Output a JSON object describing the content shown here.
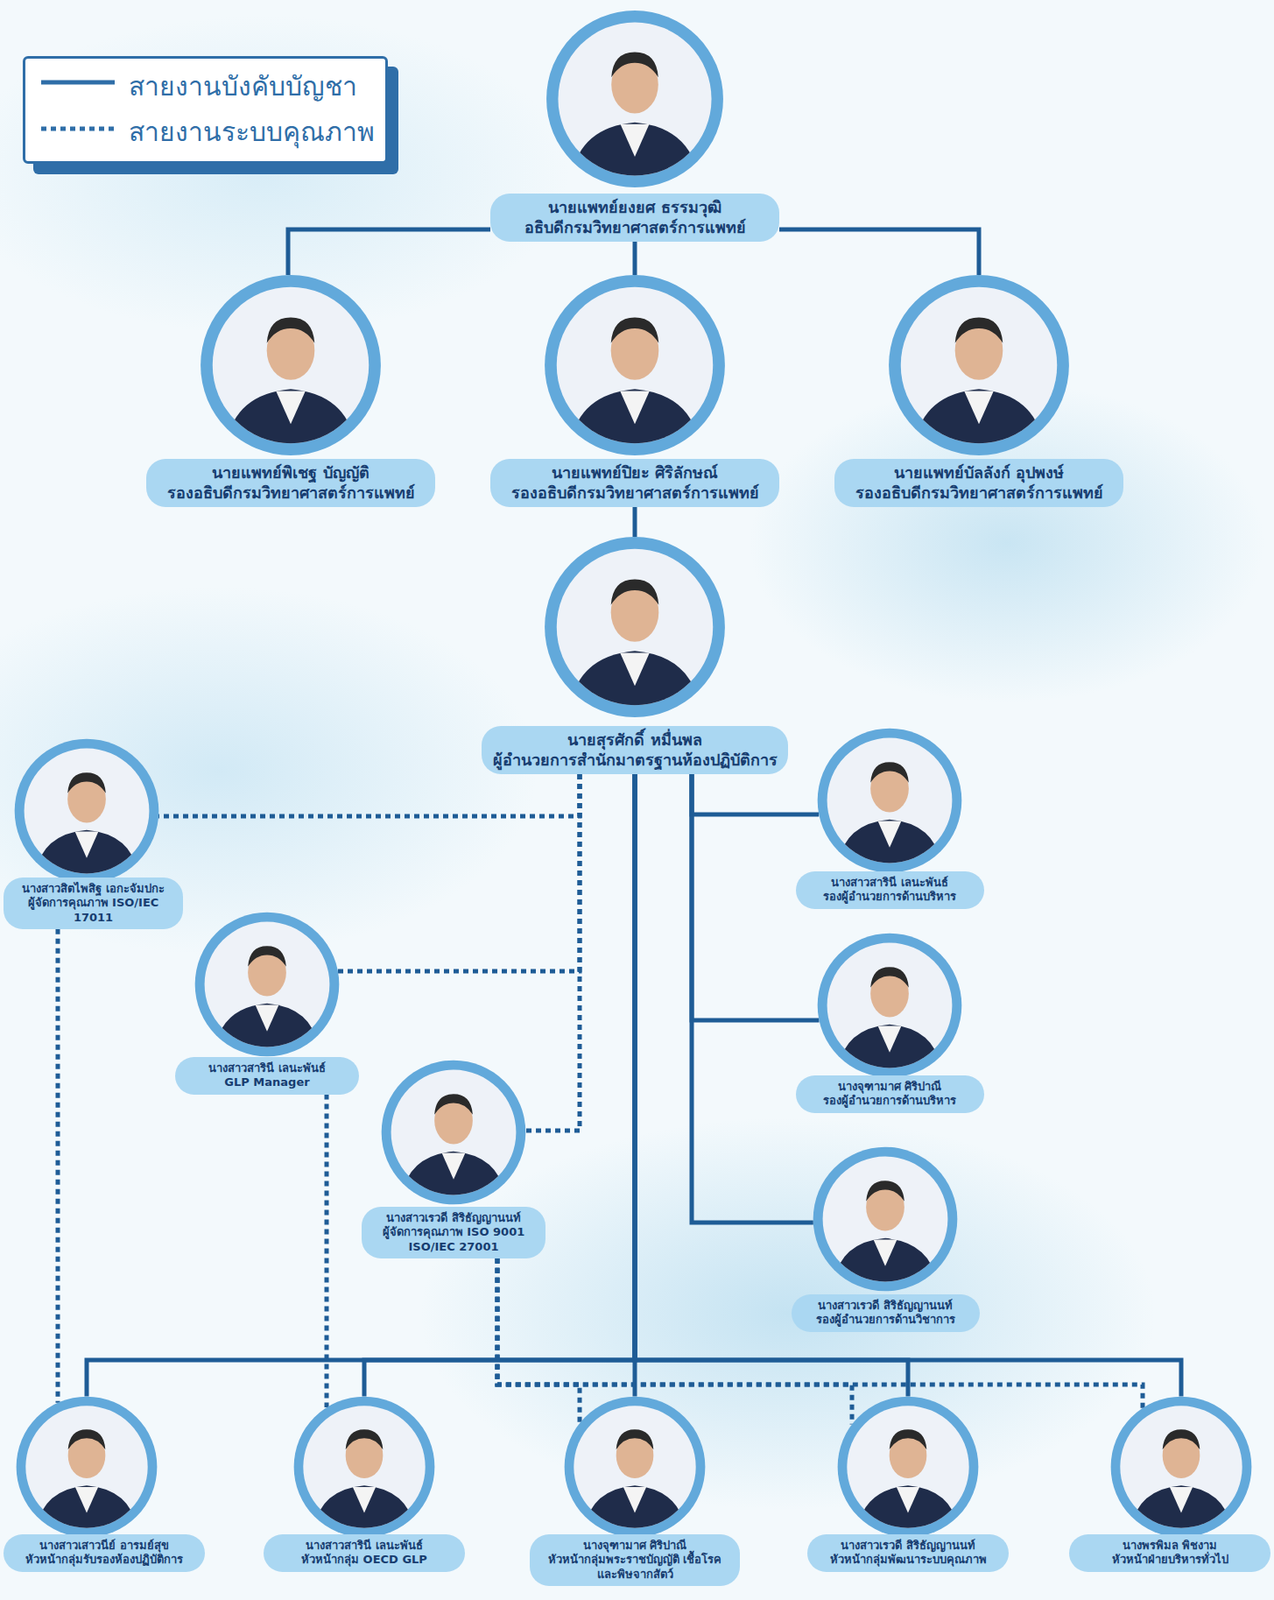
{
  "diagram": {
    "nodes": [
      {
        "text": [
          "นายแพทย์ยงยศ ธรรมวุฒิ",
          "อธิบดีกรมวิทยาศาสตร์การแพทย์"
        ]
      },
      {
        "text": [
          "นายแพทย์พิเชฐ บัญญัติ",
          "รองอธิบดีกรมวิทยาศาสตร์การแพทย์"
        ]
      },
      {
        "text": [
          "นายแพทย์ปิยะ ศิริลักษณ์",
          "รองอธิบดีกรมวิทยาศาสตร์การแพทย์"
        ]
      },
      {
        "text": [
          "นายแพทย์บัลลังก์ อุปพงษ์",
          "รองอธิบดีกรมวิทยาศาสตร์การแพทย์"
        ]
      },
      {
        "text": [
          "นายสุรศักดิ์ หมื่นพล",
          "ผู้อำนวยการสำนักมาตรฐานห้องปฏิบัติการ"
        ]
      },
      {
        "text": [
          "นางสาวสิตไพสิฐ เอกะจัมปกะ",
          "ผู้จัดการคุณภาพ ISO/IEC 17011"
        ]
      },
      {
        "text": [
          "นางสาวสารินี เลนะพันธ์",
          "GLP Manager"
        ]
      },
      {
        "text": [
          "นางสาวเรวดี สิริธัญญานนท์",
          "ผู้จัดการคุณภาพ ISO 9001 ISO/IEC 27001"
        ]
      },
      {
        "text": [
          "นางสาวสารินี เลนะพันธ์",
          "รองผู้อำนวยการด้านบริหาร"
        ]
      },
      {
        "text": [
          "นางจุฑามาศ ศิริปาณี",
          "รองผู้อำนวยการด้านบริหาร"
        ]
      },
      {
        "text": [
          "นางสาวเรวดี สิริธัญญานนท์",
          "รองผู้อำนวยการด้านวิชาการ"
        ]
      },
      {
        "text": [
          "นางสาวเสาวนีย์ อารมย์สุข",
          "หัวหน้ากลุ่มรับรองห้องปฏิบัติการ"
        ]
      },
      {
        "text": [
          "นางสาวสารินี เลนะพันธ์",
          "หัวหน้ากลุ่ม OECD GLP"
        ]
      },
      {
        "text": [
          "นางจุฑามาศ ศิริปาณี",
          "หัวหน้ากลุ่มพระราชบัญญัติ เชื้อโรคและพิษจากสัตว์"
        ]
      },
      {
        "text": [
          "นางสาวเรวดี สิริธัญญานนท์",
          "หัวหน้ากลุ่มพัฒนาระบบคุณภาพ"
        ]
      },
      {
        "text": [
          "นางพรพิมล พิชงาม",
          "หัวหน้าฝ่ายบริหารทั่วไป"
        ]
      }
    ],
    "edges": [
      {
        "from": 0,
        "to": 1,
        "arrow": "none"
      },
      {
        "from": 0,
        "to": 2,
        "arrow": "none"
      },
      {
        "from": 0,
        "to": 3,
        "arrow": "none"
      },
      {
        "from": 2,
        "to": 4,
        "arrow": "none"
      },
      {
        "from": 4,
        "to": 5,
        "arrow": "none"
      },
      {
        "from": 4,
        "to": 6,
        "arrow": "none"
      },
      {
        "from": 4,
        "to": 7,
        "arrow": "none"
      },
      {
        "from": 4,
        "to": 8,
        "arrow": "none"
      },
      {
        "from": 4,
        "to": 9,
        "arrow": "none"
      },
      {
        "from": 4,
        "to": 10,
        "arrow": "none"
      },
      {
        "from": 4,
        "to": 11,
        "arrow": "none"
      },
      {
        "from": 4,
        "to": 12,
        "arrow": "none"
      },
      {
        "from": 4,
        "to": 13,
        "arrow": "none"
      },
      {
        "from": 4,
        "to": 14,
        "arrow": "none"
      },
      {
        "from": 4,
        "to": 15,
        "arrow": "none"
      },
      {
        "from": 5,
        "to": 11,
        "arrow": "none"
      },
      {
        "from": 6,
        "to": 12,
        "arrow": "none"
      },
      {
        "from": 7,
        "to": 13,
        "arrow": "none"
      },
      {
        "from": 7,
        "to": 14,
        "arrow": "none"
      },
      {
        "from": 7,
        "to": 15,
        "arrow": "none"
      }
    ],
    "legend": [
      {
        "text": "สายงานบังคับบัญชา"
      },
      {
        "text": "สายงานระบบคุณภาพ"
      }
    ]
  }
}
